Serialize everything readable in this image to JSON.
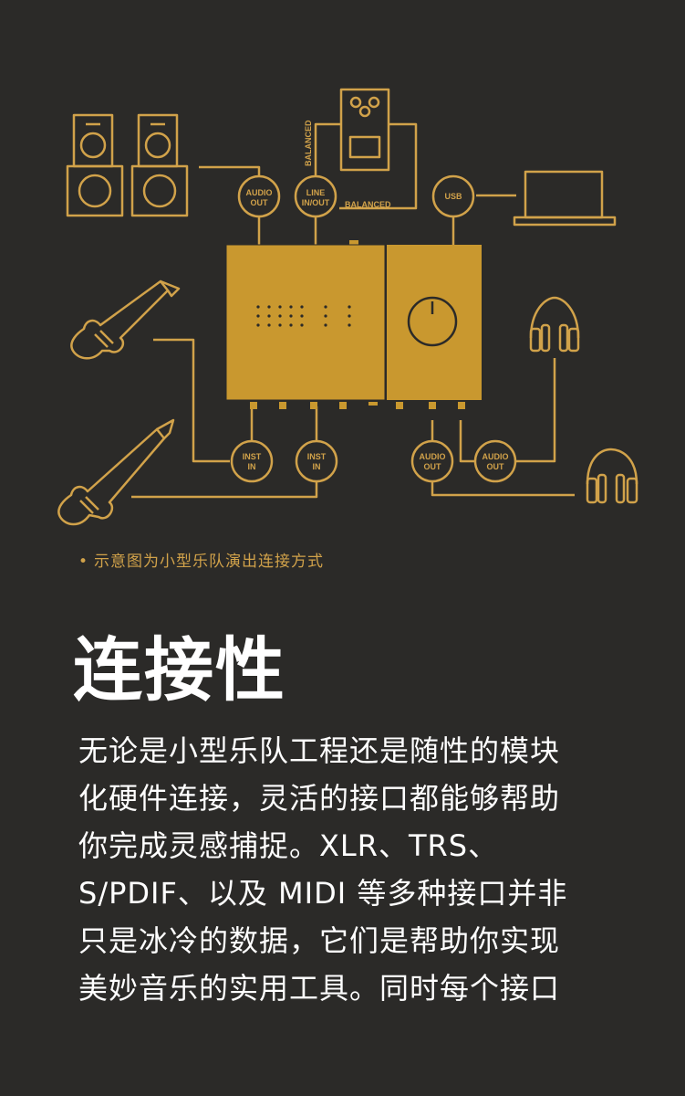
{
  "diagram": {
    "ports": {
      "audio_out_top": [
        "AUDIO",
        "OUT"
      ],
      "line_in_out": [
        "LINE",
        "IN/OUT"
      ],
      "usb": [
        "USB"
      ],
      "inst_in_1": [
        "INST",
        "IN"
      ],
      "inst_in_2": [
        "INST",
        "IN"
      ],
      "audio_out_bottom_1": [
        "AUDIO",
        "OUT"
      ],
      "audio_out_bottom_2": [
        "AUDIO",
        "OUT"
      ]
    },
    "balanced_vertical": "BALANCED",
    "balanced_horizontal": "BALANCED",
    "colors": {
      "gold": "#d1a24a",
      "device_fill": "#c9982f",
      "background": "#2b2a28"
    }
  },
  "caption": {
    "bullet": "•",
    "text": "示意图为小型乐队演出连接方式"
  },
  "title": "连接性",
  "body_lines": [
    "无论是小型乐队工程还是随性的模块",
    "化硬件连接，灵活的接口都能够帮助",
    "你完成灵感捕捉。XLR、TRS、",
    "S/PDIF、以及 MIDI 等多种接口并非",
    "只是冰冷的数据，它们是帮助你实现",
    "美妙音乐的实用工具。同时每个接口"
  ]
}
